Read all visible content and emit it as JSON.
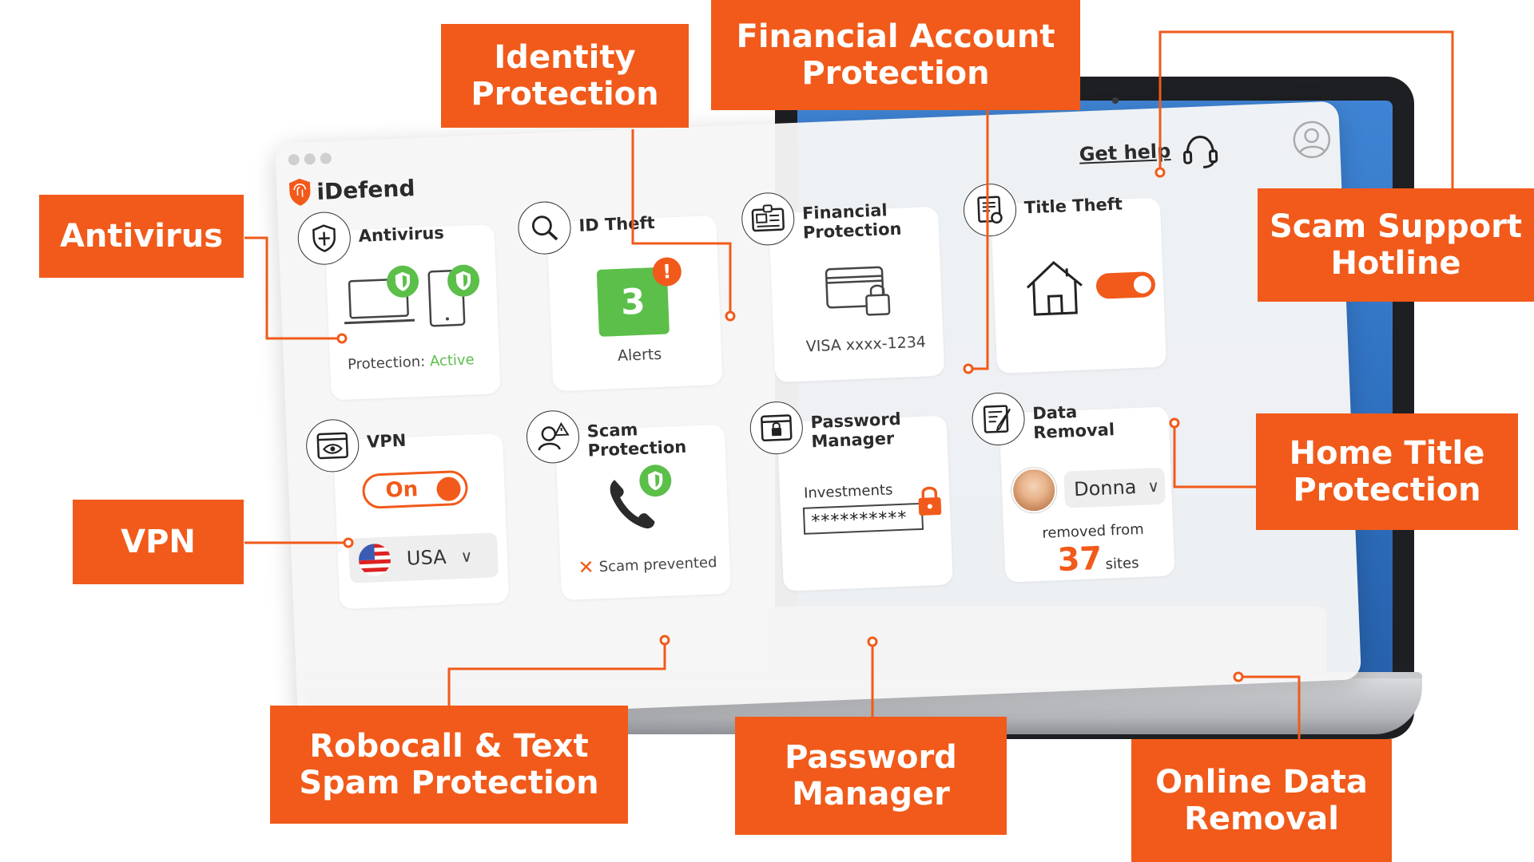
{
  "app": {
    "name": "iDefend",
    "get_help": "Get help"
  },
  "cards": {
    "antivirus": {
      "title": "Antivirus",
      "status_label": "Protection:",
      "status_value": "Active"
    },
    "id_theft": {
      "title": "ID Theft",
      "alerts_count": "3",
      "alerts_label": "Alerts",
      "alert_badge": "!"
    },
    "financial": {
      "title": "Financial\nProtection",
      "card_number": "VISA xxxx-1234"
    },
    "title_theft": {
      "title": "Title Theft"
    },
    "vpn": {
      "title": "VPN",
      "toggle_label": "On",
      "country": "USA"
    },
    "scam": {
      "title": "Scam\nProtection",
      "status": "Scam prevented"
    },
    "password": {
      "title": "Password\nManager",
      "field_label": "Investments",
      "field_value": "**********"
    },
    "data_removal": {
      "title": "Data\nRemoval",
      "person": "Donna",
      "removed_text": "removed from",
      "sites_count": "37",
      "sites_label": "sites"
    }
  },
  "callouts": {
    "antivirus": "Antivirus",
    "identity": "Identity\nProtection",
    "financial_account": "Financial Account\nProtection",
    "scam_hotline": "Scam Support\nHotline",
    "vpn": "VPN",
    "home_title": "Home Title\nProtection",
    "robocall": "Robocall & Text\nSpam Protection",
    "password_manager": "Password\nManager",
    "online_data": "Online Data\nRemoval"
  },
  "colors": {
    "brand_orange": "#f15a1a",
    "active_green": "#5bbf4a",
    "screen_blue": "#3f84d4"
  },
  "icons": [
    "shield-icon",
    "laptop-icon",
    "tablet-icon",
    "magnifier-icon",
    "id-card-icon",
    "credit-card-lock-icon",
    "house-icon",
    "certificate-icon",
    "browser-eye-icon",
    "us-flag-icon",
    "chevron-down-icon",
    "scam-person-icon",
    "phone-icon",
    "close-x-icon",
    "lock-icon",
    "document-pen-icon",
    "headset-icon",
    "profile-icon"
  ]
}
